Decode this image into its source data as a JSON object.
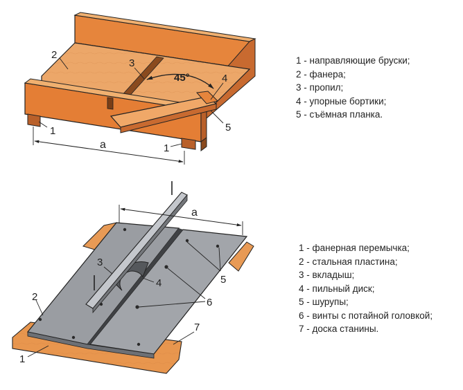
{
  "top_figure": {
    "callouts": {
      "c1a": "1",
      "c1b": "1",
      "c2": "2",
      "c3": "3",
      "c4": "4",
      "c5": "5"
    },
    "angle_label": "45°",
    "dimension_label": "a",
    "legend": [
      "1 - направляющие бруски;",
      "2 - фанера;",
      "3 - пропил;",
      "4 - упорные бортики;",
      "5 - съёмная планка."
    ]
  },
  "bottom_figure": {
    "callouts": {
      "c1": "1",
      "c2": "2",
      "c3": "3",
      "c4": "4",
      "c5": "5",
      "c6": "6",
      "c7": "7"
    },
    "dimension_label": "a",
    "legend": [
      "1 - фанерная перемычка;",
      "2 - стальная пластина;",
      "3 - вкладыш;",
      "4 - пильный диск;",
      "5 - шурупы;",
      "6 - винты с потайной головкой;",
      "7 - доска станины."
    ]
  },
  "colors": {
    "wood": "#e3813a",
    "wood_light": "#ecb070",
    "wood_dark": "#b9602a",
    "steel": "#9a9da2",
    "steel_dark": "#6d7075",
    "line": "#222222"
  }
}
